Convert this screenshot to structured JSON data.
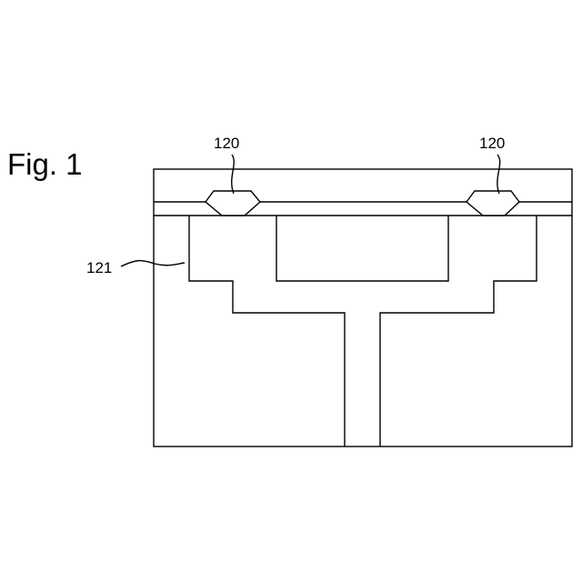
{
  "figure": {
    "title": "Fig. 1",
    "labels": {
      "left_120": "120",
      "right_120": "120",
      "ref_121": "121"
    }
  },
  "colors": {
    "line": "#000000",
    "background": "#ffffff"
  }
}
